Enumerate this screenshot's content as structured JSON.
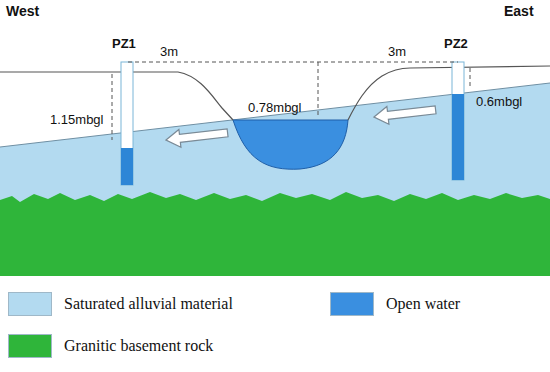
{
  "diagram": {
    "labels": [
      "West",
      "East",
      "PZ1",
      "PZ2",
      "3m",
      "3m",
      "0.78mbgl",
      "1.15mbgl",
      "0.6mbgl"
    ],
    "legend": [
      {
        "text": "Saturated alluvial material",
        "color": "#b3daf0"
      },
      {
        "text": "Open water",
        "color": "#3a8fe0"
      },
      {
        "text": "Granitic basement rock",
        "color": "#2fb53a"
      }
    ]
  }
}
